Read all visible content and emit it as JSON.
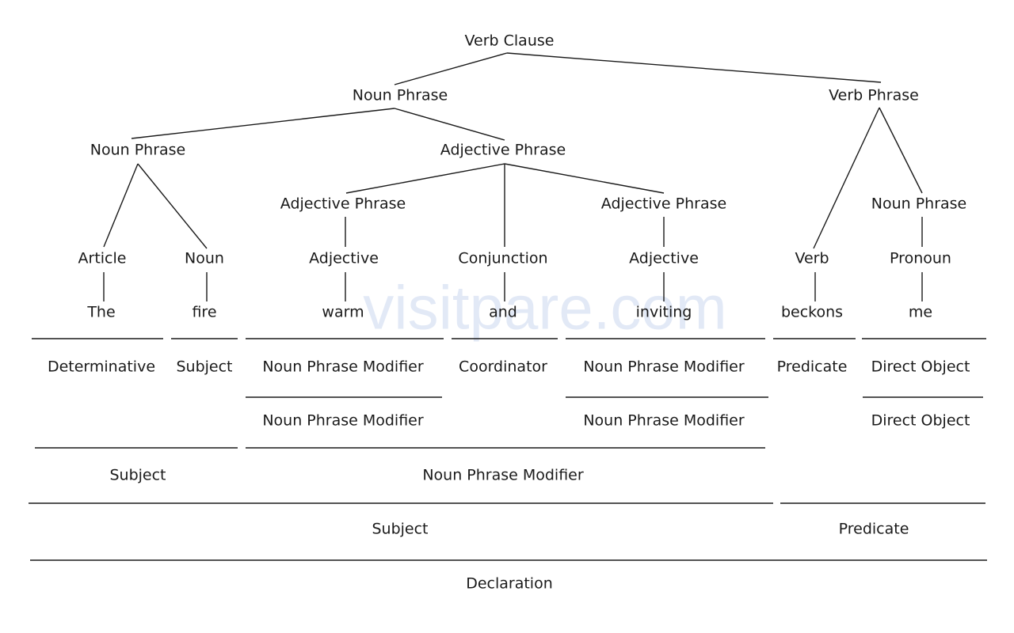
{
  "watermark": "visitpare.com",
  "tree": {
    "root": "Verb Clause",
    "subject_np": "Noun Phrase",
    "verb_phrase": "Verb Phrase",
    "np_article_noun": "Noun Phrase",
    "adj_phrase_main": "Adjective Phrase",
    "adj_phrase_left": "Adjective Phrase",
    "adj_phrase_right": "Adjective Phrase",
    "np_object": "Noun Phrase",
    "article": "Article",
    "noun": "Noun",
    "adjective_left": "Adjective",
    "conjunction": "Conjunction",
    "adjective_right": "Adjective",
    "verb": "Verb",
    "pronoun": "Pronoun"
  },
  "words": {
    "the": "The",
    "fire": "fire",
    "warm": "warm",
    "and": "and",
    "inviting": "inviting",
    "beckons": "beckons",
    "me": "me"
  },
  "functions": {
    "row1": {
      "determinative": "Determinative",
      "subject": "Subject",
      "np_modifier_left": "Noun Phrase Modifier",
      "coordinator": "Coordinator",
      "np_modifier_right": "Noun Phrase Modifier",
      "predicate": "Predicate",
      "direct_object": "Direct Object"
    },
    "row2": {
      "np_modifier_left": "Noun Phrase Modifier",
      "np_modifier_right": "Noun Phrase Modifier",
      "direct_object": "Direct Object"
    },
    "row3": {
      "subject": "Subject",
      "np_modifier": "Noun Phrase Modifier"
    },
    "row4": {
      "subject": "Subject",
      "predicate": "Predicate"
    },
    "row5": {
      "declaration": "Declaration"
    }
  }
}
